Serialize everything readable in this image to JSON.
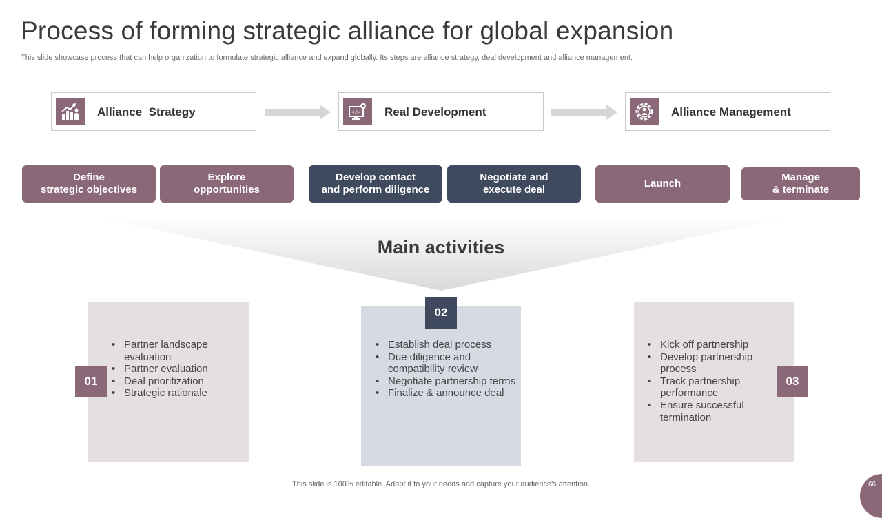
{
  "header": {
    "title": "Process of forming strategic alliance for global expansion",
    "subtitle": "This slide showcase process that can help organization to formulate strategic alliance and expand globally. Its steps are alliance strategy, deal development and alliance management."
  },
  "phases": [
    {
      "label": "Alliance  Strategy",
      "icon": "growth-chart-icon"
    },
    {
      "label": "Real Development",
      "icon": "computer-gear-icon"
    },
    {
      "label": "Alliance Management",
      "icon": "gear-people-icon"
    }
  ],
  "steps": [
    {
      "label": "Define\nstrategic objectives"
    },
    {
      "label": "Explore\nopportunities"
    },
    {
      "label": "Develop contact\nand perform diligence"
    },
    {
      "label": "Negotiate and\nexecute deal"
    },
    {
      "label": "Launch"
    },
    {
      "label": "Manage\n& terminate"
    }
  ],
  "main_activities": "Main activities",
  "cards": [
    {
      "number": "01",
      "items": [
        "Partner landscape evaluation",
        "Partner evaluation",
        "Deal prioritization",
        "Strategic rationale"
      ]
    },
    {
      "number": "02",
      "items": [
        "Establish deal process",
        "Due diligence and compatibility review",
        "Negotiate partnership terms",
        "Finalize & announce deal"
      ]
    },
    {
      "number": "03",
      "items": [
        "Kick off partnership",
        "Develop partnership process",
        "Track partnership performance",
        "Ensure successful termination"
      ]
    }
  ],
  "footer": "This slide is 100% editable.  Adapt it to your needs and capture your audience's attention.",
  "page_number": "66",
  "colors": {
    "mauve": "#8a6878",
    "navy": "#3f4a5e",
    "card_pink": "#e6dfe1",
    "card_blue": "#d6dae3"
  }
}
